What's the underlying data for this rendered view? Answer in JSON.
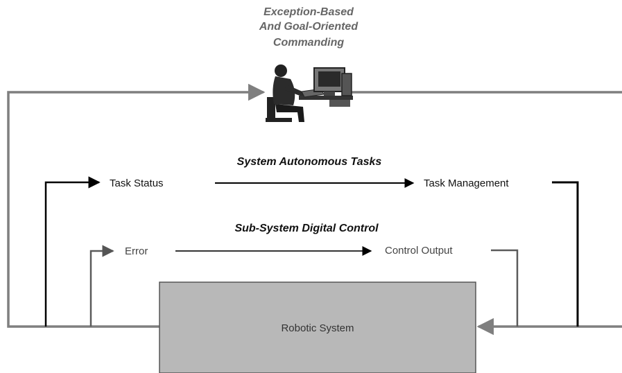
{
  "top_caption": {
    "line1": "Exception-Based",
    "line2": "And Goal-Oriented",
    "line3": "Commanding"
  },
  "autonomous": {
    "heading": "System Autonomous Tasks",
    "input_label": "Task Status",
    "output_label": "Task Management"
  },
  "digital": {
    "heading": "Sub-System Digital Control",
    "input_label": "Error",
    "output_label": "Control Output"
  },
  "plant": {
    "label": "Robotic System"
  },
  "icons": {
    "operator": "operator-at-computer-icon"
  },
  "colors": {
    "outer_loop": "#7f7f7f",
    "task_loop": "#000000",
    "control_loop": "#5a5a5a",
    "box_fill": "#b8b8b8",
    "box_stroke": "#555555"
  }
}
